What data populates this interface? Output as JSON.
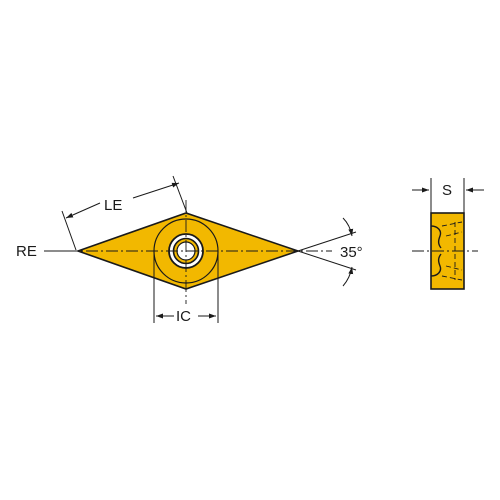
{
  "labels": {
    "re": "RE",
    "le": "LE",
    "ic": "IC",
    "angle": "35°",
    "s": "S"
  },
  "colors": {
    "insert_fill": "#f2b800",
    "outline": "#1a1a1a",
    "background": "#ffffff"
  }
}
